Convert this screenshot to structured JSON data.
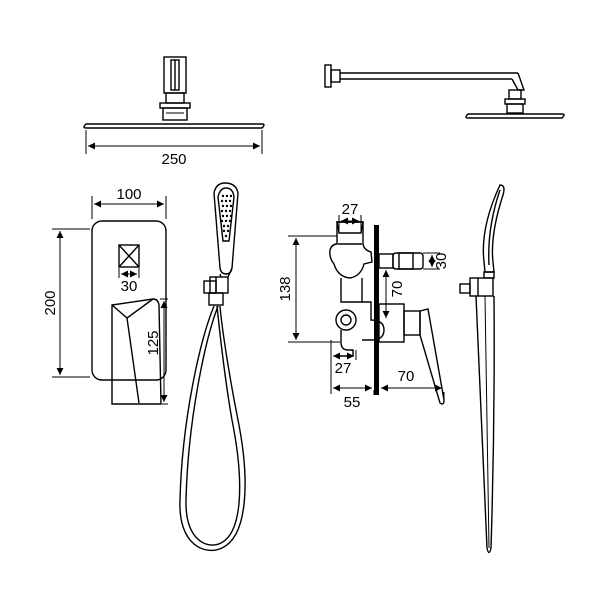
{
  "dimensions": {
    "head_width": "250",
    "plate_width": "100",
    "plate_height": "200",
    "knob_width": "30",
    "lever_height": "125",
    "body_top": "27",
    "body_height": "138",
    "outlet_height": "30",
    "outlet_offset": "70",
    "body_bottom": "27",
    "depth": "55",
    "lever_projection": "70"
  }
}
